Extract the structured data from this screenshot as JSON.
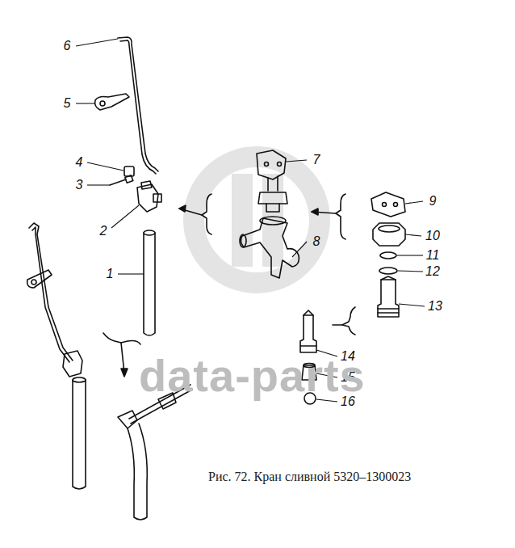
{
  "diagram": {
    "caption": "Рис. 72. Кран сливной 5320–1300023",
    "labels": [
      "6",
      "5",
      "4",
      "3",
      "2",
      "1",
      "7",
      "8",
      "9",
      "10",
      "11",
      "12",
      "13",
      "14",
      "15",
      "16",
      "data-parts"
    ]
  }
}
